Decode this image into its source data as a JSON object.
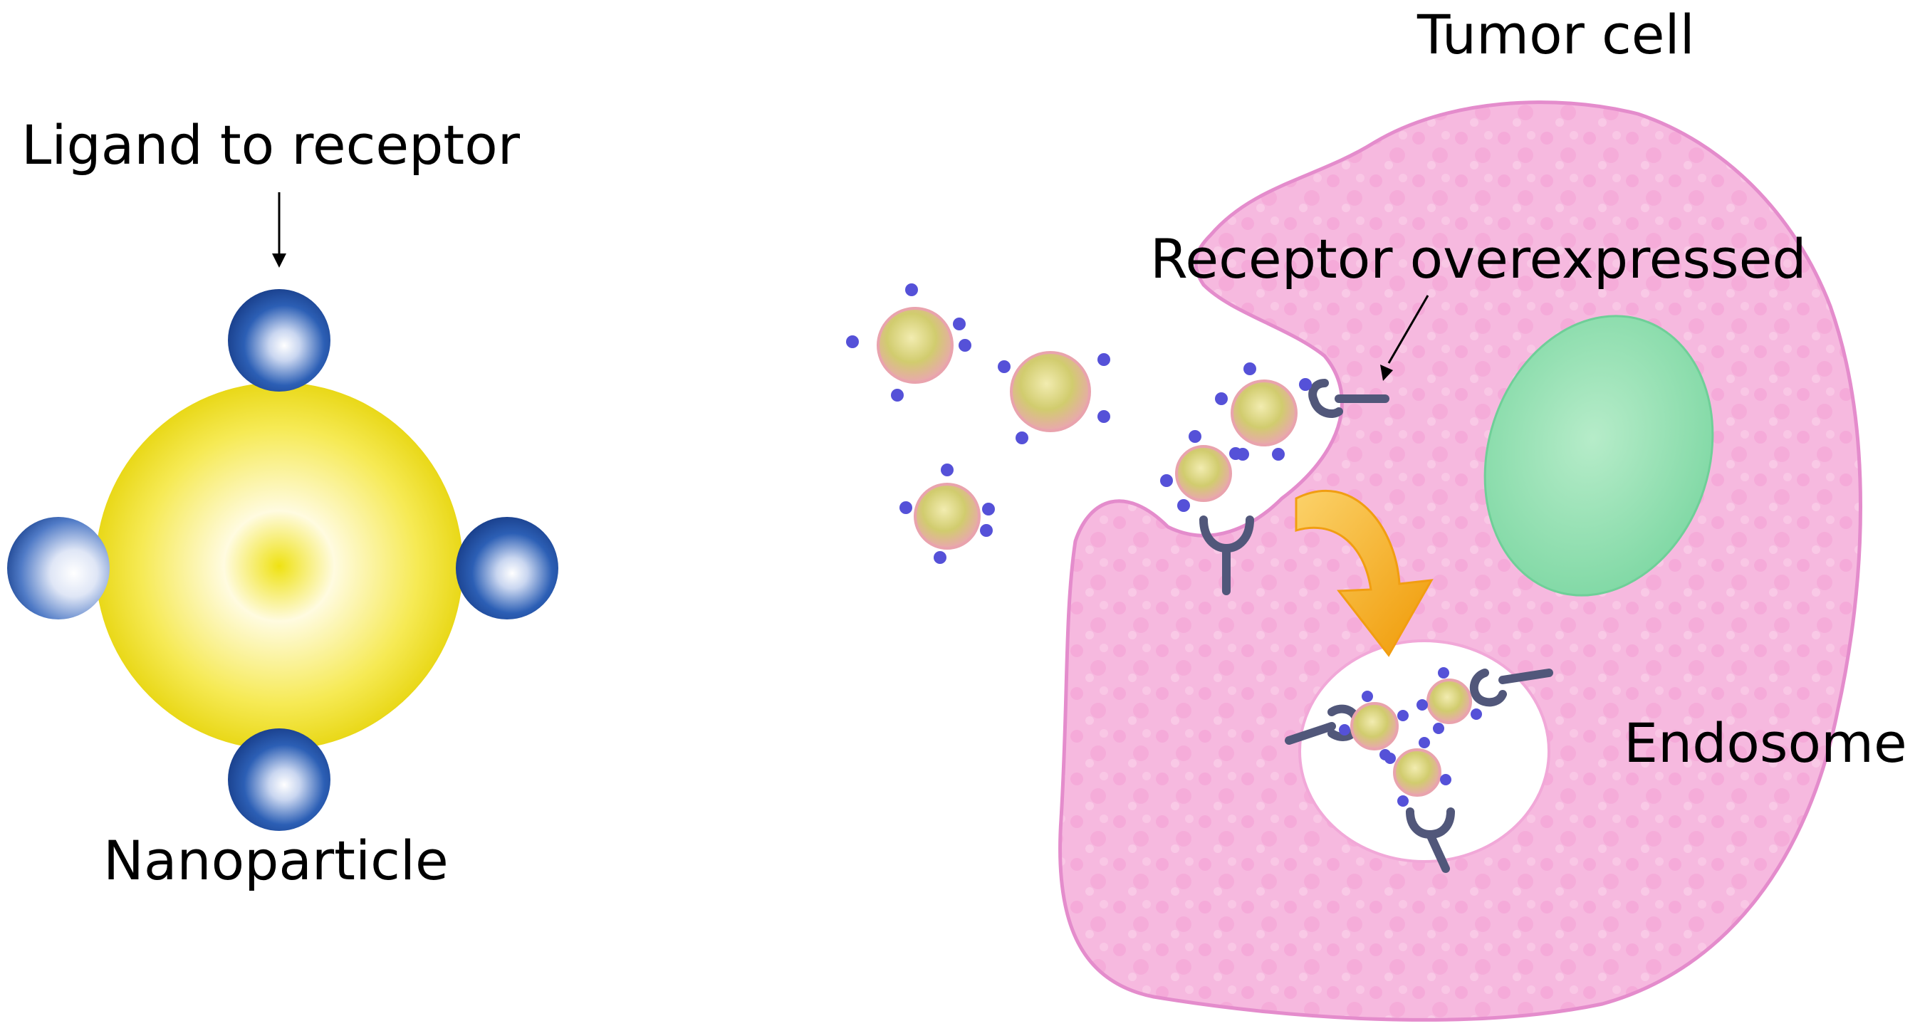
{
  "labels": {
    "ligand": "Ligand to receptor",
    "nanoparticle": "Nanoparticle",
    "tumor_cell": "Tumor cell",
    "receptor": "Receptor overexpressed",
    "endosome": "Endosome"
  },
  "colors": {
    "nanoparticle_core": "#f3e31a",
    "nanoparticle_center": "#fffbe0",
    "ligand_ball": "#1f4c9e",
    "ligand_highlight": "#ffffff",
    "cell_body": "#f6b8de",
    "cell_outline": "#e48ccc",
    "nucleus": "#8ddfb0",
    "endosome": "#ffffff",
    "receptor": "#51577a",
    "arrow": "#f5a80c",
    "small_particle": "#d5d06f",
    "small_ligand": "#5551d8"
  }
}
